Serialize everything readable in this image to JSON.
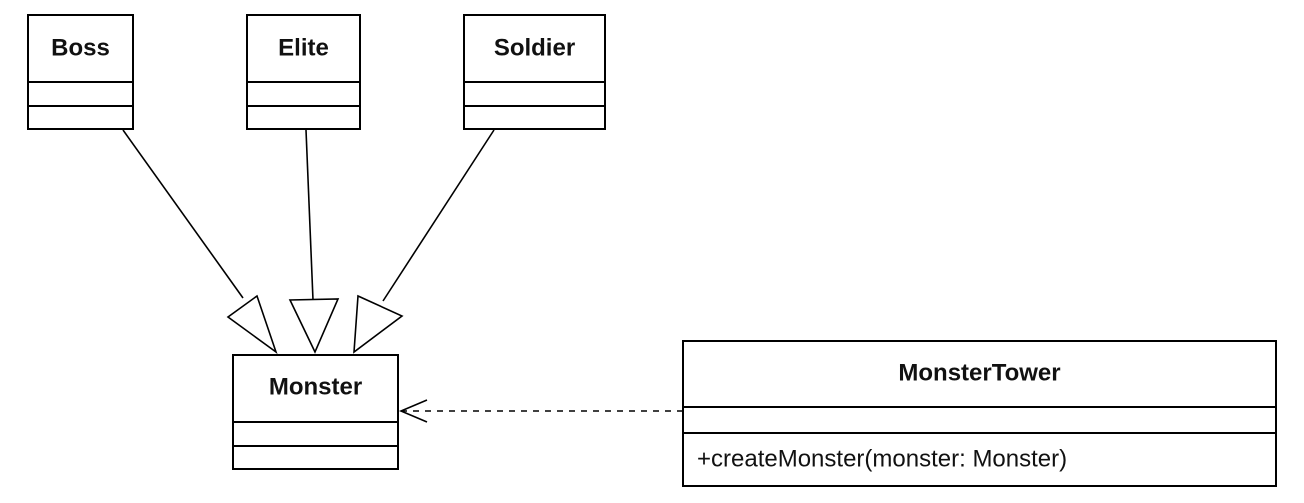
{
  "classes": {
    "boss": {
      "name": "Boss"
    },
    "elite": {
      "name": "Elite"
    },
    "soldier": {
      "name": "Soldier"
    },
    "monster": {
      "name": "Monster"
    },
    "monster_tower": {
      "name": "MonsterTower",
      "methods": [
        "+createMonster(monster: Monster)"
      ]
    }
  },
  "relationships": [
    {
      "type": "generalization",
      "from": "Boss",
      "to": "Monster"
    },
    {
      "type": "generalization",
      "from": "Elite",
      "to": "Monster"
    },
    {
      "type": "generalization",
      "from": "Soldier",
      "to": "Monster"
    },
    {
      "type": "dependency",
      "from": "MonsterTower",
      "to": "Monster"
    }
  ]
}
